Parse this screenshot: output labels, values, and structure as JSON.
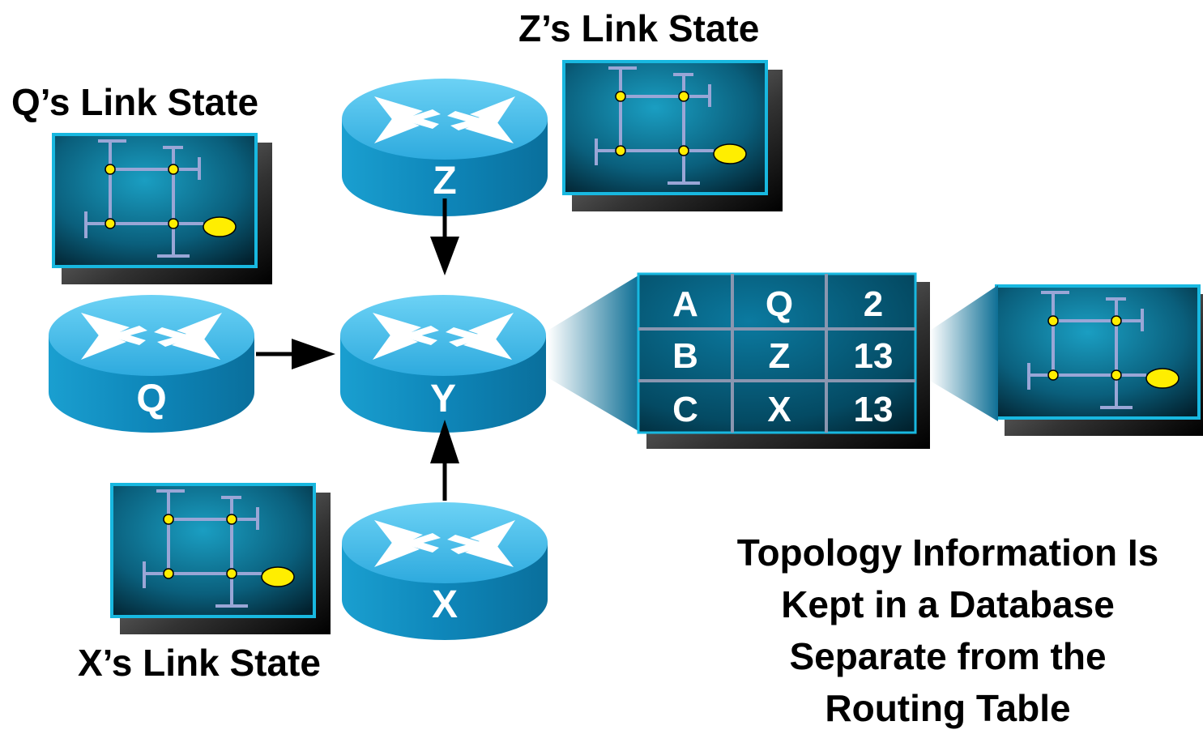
{
  "labels": {
    "q_link_state": "Q’s Link State",
    "z_link_state": "Z’s Link State",
    "x_link_state": "X’s Link State"
  },
  "routers": {
    "q": "Q",
    "z": "Z",
    "y": "Y",
    "x": "X"
  },
  "routing_table": [
    [
      "A",
      "Q",
      "2"
    ],
    [
      "B",
      "Z",
      "13"
    ],
    [
      "C",
      "X",
      "13"
    ]
  ],
  "caption": [
    "Topology Information Is",
    "Kept in a Database",
    "Separate from the",
    "Routing Table"
  ],
  "colors": {
    "router_top": "#3fb6e6",
    "router_side": "#0f86b8",
    "panel_border": "#18b8e0",
    "panel_dark": "#002a3a",
    "node_yellow": "#ffee00",
    "link_line": "#9aa6d6"
  }
}
